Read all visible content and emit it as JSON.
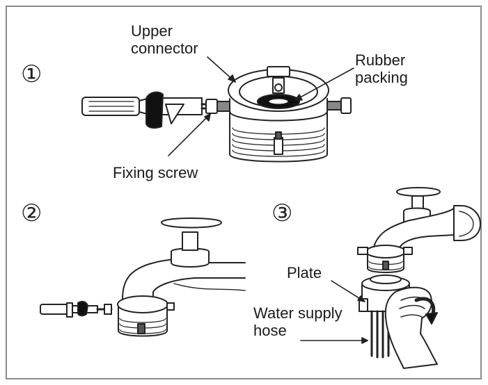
{
  "steps": [
    "①",
    "②",
    "③"
  ],
  "labels": {
    "upper_connector": "Upper\nconnector",
    "rubber_packing": "Rubber\npacking",
    "fixing_screw": "Fixing screw",
    "plate": "Plate",
    "water_supply_hose": "Water supply\nhose"
  },
  "colors": {
    "line": "#222222",
    "frame": "#8a8a8a",
    "background": "#ffffff"
  },
  "icons": [
    "screwdriver-icon",
    "upper-connector-icon",
    "faucet-icon",
    "water-supply-hose-icon",
    "hand-icon",
    "rotation-arrow-icon"
  ]
}
